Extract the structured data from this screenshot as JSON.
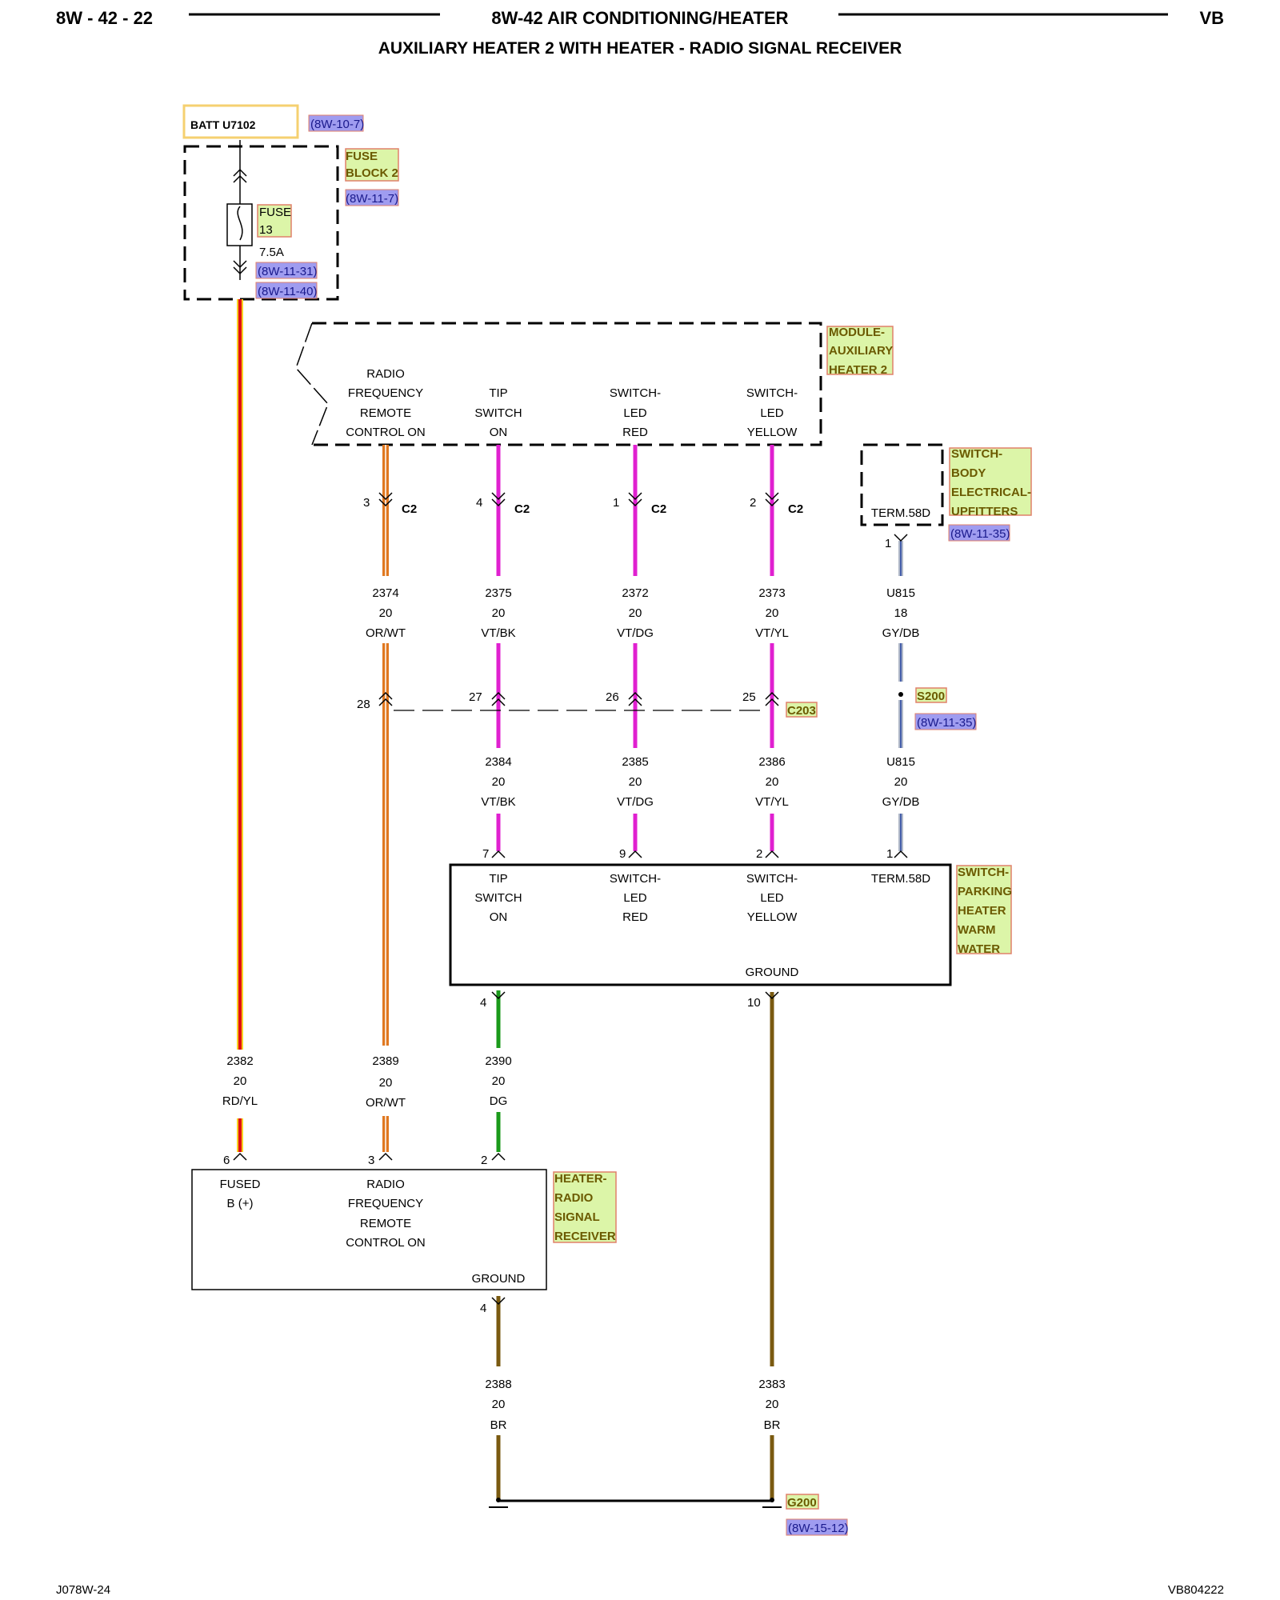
{
  "header": {
    "page_number": "8W - 42 - 22",
    "section_title": "8W-42 AIR CONDITIONING/HEATER",
    "vehicle_code": "VB",
    "subtitle": "AUXILIARY HEATER 2 WITH HEATER - RADIO SIGNAL RECEIVER"
  },
  "footer": {
    "left": "J078W-24",
    "right": "VB804222"
  },
  "battery": {
    "label": "BATT U7102",
    "ref": "(8W-10-7)"
  },
  "fuse_block": {
    "label_1": "FUSE",
    "label_2": "BLOCK 2",
    "ref": "(8W-11-7)",
    "fuse_label_1": "FUSE",
    "fuse_label_2": "13",
    "rating": "7.5A",
    "ref_2": "(8W-11-31)",
    "ref_3": "(8W-11-40)"
  },
  "module": {
    "label_1": "MODULE-",
    "label_2": "AUXILIARY",
    "label_3": "HEATER 2",
    "pins": {
      "rf": [
        "RADIO",
        "FREQUENCY",
        "REMOTE",
        "CONTROL ON"
      ],
      "tip": [
        "TIP",
        "SWITCH",
        "ON"
      ],
      "red": [
        "SWITCH-",
        "LED",
        "RED"
      ],
      "yellow": [
        "SWITCH-",
        "LED",
        "YELLOW"
      ]
    },
    "connector": "C2",
    "cavities": {
      "rf": "3",
      "tip": "4",
      "red": "1",
      "yellow": "2"
    }
  },
  "body_switch": {
    "label_1": "SWITCH-",
    "label_2": "BODY",
    "label_3": "ELECTRICAL-",
    "label_4": "UPFITTERS",
    "ref": "(8W-11-35)",
    "pin": "TERM.58D",
    "cavity": "1"
  },
  "wires_upper": {
    "w2374": [
      "2374",
      "20",
      "OR/WT"
    ],
    "w2375": [
      "2375",
      "20",
      "VT/BK"
    ],
    "w2372": [
      "2372",
      "20",
      "VT/DG"
    ],
    "w2373": [
      "2373",
      "20",
      "VT/YL"
    ],
    "wu815": [
      "U815",
      "18",
      "GY/DB"
    ]
  },
  "c203": {
    "label": "C203",
    "cav_rf": "28",
    "cav_tip": "27",
    "cav_red": "26",
    "cav_yellow": "25"
  },
  "splice": {
    "label": "S200",
    "ref": "(8W-11-35)"
  },
  "wires_mid": {
    "w2384": [
      "2384",
      "20",
      "VT/BK"
    ],
    "w2385": [
      "2385",
      "20",
      "VT/DG"
    ],
    "w2386": [
      "2386",
      "20",
      "VT/YL"
    ],
    "wu815b": [
      "U815",
      "20",
      "GY/DB"
    ]
  },
  "parking_switch": {
    "label_1": "SWITCH-",
    "label_2": "PARKING",
    "label_3": "HEATER",
    "label_4": "WARM",
    "label_5": "WATER",
    "pins": {
      "tip": [
        "TIP",
        "SWITCH",
        "ON"
      ],
      "red": [
        "SWITCH-",
        "LED",
        "RED"
      ],
      "yellow": [
        "SWITCH-",
        "LED",
        "YELLOW"
      ],
      "term": "TERM.58D",
      "ground": "GROUND"
    },
    "cavities": {
      "tip": "7",
      "red": "9",
      "yellow": "2",
      "term": "1",
      "ground_tip": "4",
      "ground": "10"
    }
  },
  "wires_lower": {
    "w2382": [
      "2382",
      "20",
      "RD/YL"
    ],
    "w2389": [
      "2389",
      "20",
      "OR/WT"
    ],
    "w2390": [
      "2390",
      "20",
      "DG"
    ]
  },
  "receiver": {
    "label_1": "HEATER-",
    "label_2": "RADIO",
    "label_3": "SIGNAL",
    "label_4": "RECEIVER",
    "pins": {
      "fused": [
        "FUSED",
        "B (+)"
      ],
      "rf": [
        "RADIO",
        "FREQUENCY",
        "REMOTE",
        "CONTROL ON"
      ],
      "ground": "GROUND"
    },
    "cavities": {
      "fused": "6",
      "rf": "3",
      "dg": "2",
      "ground": "4"
    }
  },
  "ground_wires": {
    "w2388": [
      "2388",
      "20",
      "BR"
    ],
    "w2383": [
      "2383",
      "20",
      "BR"
    ]
  },
  "ground": {
    "label": "G200",
    "ref": "(8W-15-12)"
  },
  "colors": {
    "red": "#e01010",
    "orange": "#e07820",
    "violet": "#e020d0",
    "green": "#1a9a1a",
    "brown": "#7a5a10",
    "gray": "#b0b8c8",
    "darkblue": "#2040a0",
    "yellow": "#f5d020"
  }
}
